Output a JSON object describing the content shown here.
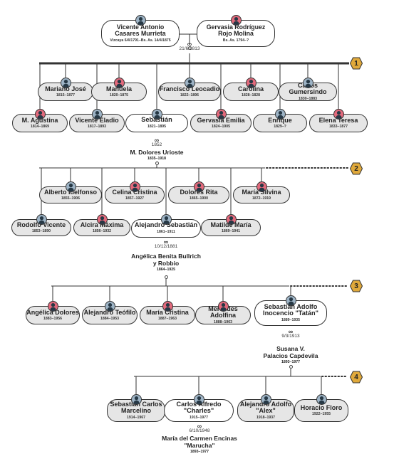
{
  "root": {
    "father": {
      "name": "Vicente Antonio\nCasares Murrieta",
      "dates": "Vizcaya 6/4/1791–Bs. As. 14/4/1875"
    },
    "mother": {
      "name": "Gervasia Rodríguez\nRojo Molina",
      "dates": "Bs. As. 1794–?"
    },
    "marriage": {
      "symbol": "∞",
      "date": "21/6/1813"
    }
  },
  "generations": [
    {
      "number": "1"
    },
    {
      "number": "2"
    },
    {
      "number": "3"
    },
    {
      "number": "4"
    }
  ],
  "gen1": [
    {
      "name": "M. Agustina",
      "dates": "1814–1869",
      "sex": "f"
    },
    {
      "name": "Mariano José",
      "dates": "1815–1877",
      "sex": "m"
    },
    {
      "name": "Vicente Eladio",
      "dates": "1817–1893",
      "sex": "m"
    },
    {
      "name": "Manuela",
      "dates": "1820–1875",
      "sex": "f"
    },
    {
      "name": "Sebastián",
      "dates": "1821–1895",
      "sex": "m"
    },
    {
      "name": "Francisco Leocadio",
      "dates": "1822–1896",
      "sex": "m"
    },
    {
      "name": "Gervasia Emilia",
      "dates": "1824–1905",
      "sex": "f"
    },
    {
      "name": "Carolina",
      "dates": "1828–1828",
      "sex": "f"
    },
    {
      "name": "Enrique",
      "dates": "1829–?",
      "sex": "m"
    },
    {
      "name": "Carlos\nGumersindo",
      "dates": "1830–1883",
      "sex": "m"
    },
    {
      "name": "Elena Teresa",
      "dates": "1833–1877",
      "sex": "f"
    }
  ],
  "marriage1": {
    "symbol": "∞",
    "date": "1852",
    "spouse": "M. Dolores Urioste",
    "spouse_dates": "1835–1918"
  },
  "gen2": [
    {
      "name": "Rodolfo Vicente",
      "dates": "1853–1890",
      "sex": "m"
    },
    {
      "name": "Alberto Idelfonso",
      "dates": "1855–1906",
      "sex": "m"
    },
    {
      "name": "Alcira Máxima",
      "dates": "1856–1932",
      "sex": "f"
    },
    {
      "name": "Celina Cristina",
      "dates": "1857–1927",
      "sex": "f"
    },
    {
      "name": "Alejandro Sebastián",
      "dates": "1861–1911",
      "sex": "m"
    },
    {
      "name": "Dolores Rita",
      "dates": "1865–1900",
      "sex": "f"
    },
    {
      "name": "Matilde María",
      "dates": "1869–1941",
      "sex": "f"
    },
    {
      "name": "María Silvina",
      "dates": "1872–1919",
      "sex": "f"
    }
  ],
  "marriage2": {
    "symbol": "∞",
    "date": "10/12/1881",
    "spouse": "Angélica Benita Bullrich\ny Robbio",
    "spouse_dates": "1864–1925"
  },
  "gen3": [
    {
      "name": "Angélica Dolores",
      "dates": "1883–1956",
      "sex": "f"
    },
    {
      "name": "Alejandro Teófilo",
      "dates": "1884–1953",
      "sex": "m"
    },
    {
      "name": "María Cristina",
      "dates": "1887–1963",
      "sex": "f"
    },
    {
      "name": "Mercedes Adolfina",
      "dates": "1888–1963",
      "sex": "f"
    },
    {
      "name": "Sebastián Adolfo\nInocencio \"Tatán\"",
      "dates": "1889–1935",
      "sex": "m"
    }
  ],
  "marriage3": {
    "symbol": "∞",
    "date": "9/3/1913",
    "spouse": "Susana V.\nPalacios Capdevila",
    "spouse_dates": "1893–1977"
  },
  "gen4": [
    {
      "name": "Sebastián Carlos\nMarcelino",
      "dates": "1914–1967",
      "sex": "m"
    },
    {
      "name": "Carlos Alfredo\n\"Charles\"",
      "dates": "1915–1977",
      "sex": "m"
    },
    {
      "name": "Alejandro Adolfo\n\"Alex\"",
      "dates": "1918–1937",
      "sex": "m"
    },
    {
      "name": "Horacio Floro",
      "dates": "1922–1955",
      "sex": "m"
    }
  ],
  "marriage4": {
    "symbol": "∞",
    "date": "6/10/1948",
    "spouse": "María del Carmen Encinas\n\"Marucha\"",
    "spouse_dates": "1893–1977"
  },
  "colors": {
    "male": "#9db3c5",
    "female": "#e36a7c",
    "badge": "#e0a93b",
    "box": "#e6e6e6",
    "line": "#333333"
  }
}
